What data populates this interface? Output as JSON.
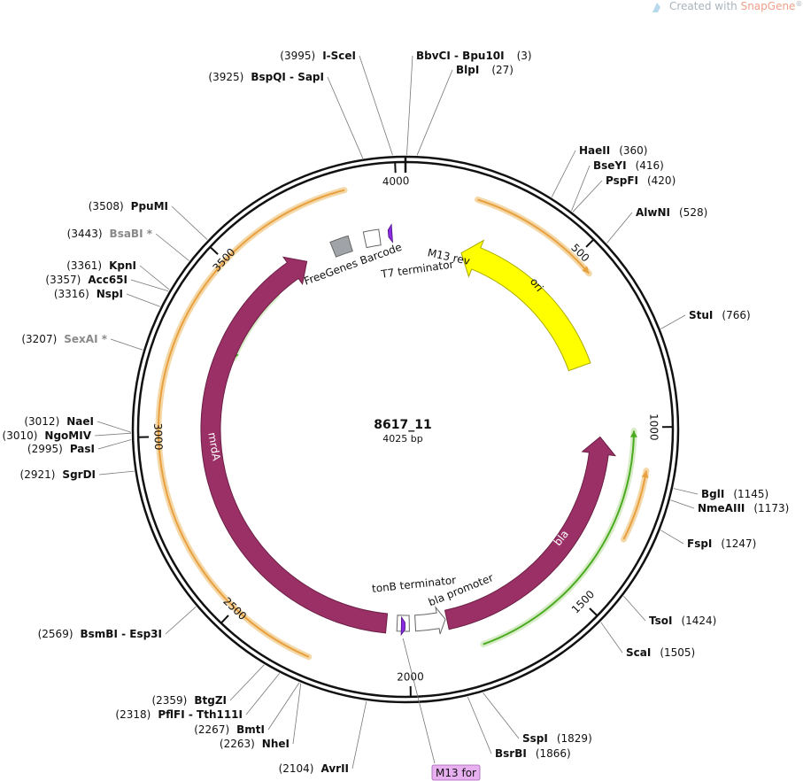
{
  "watermark": {
    "prefix": "Created with ",
    "brand": "SnapGene",
    "mark": "®"
  },
  "plasmid": {
    "name": "8617_11",
    "size_label": "4025 bp",
    "length": 4025
  },
  "ticks": [
    {
      "pos": 500,
      "label": "500"
    },
    {
      "pos": 1000,
      "label": "1000"
    },
    {
      "pos": 1500,
      "label": "1500"
    },
    {
      "pos": 2000,
      "label": "2000"
    },
    {
      "pos": 2500,
      "label": "2500"
    },
    {
      "pos": 3000,
      "label": "3000"
    },
    {
      "pos": 3500,
      "label": "3500"
    },
    {
      "pos": 4000,
      "label": "4000"
    }
  ],
  "sites": [
    {
      "bp": 3995,
      "pos_text": "(3995)",
      "name": "I-SceI",
      "gray": false
    },
    {
      "bp": 3925,
      "pos_text": "(3925)",
      "name": "BspQI  -  SapI",
      "gray": false
    },
    {
      "bp": 3,
      "pos_text": "(3)",
      "name": "BbvCI  -  Bpu10I",
      "gray": false
    },
    {
      "bp": 27,
      "pos_text": "(27)",
      "name": "BlpI",
      "gray": false
    },
    {
      "bp": 360,
      "pos_text": "(360)",
      "name": "HaeII",
      "gray": false
    },
    {
      "bp": 416,
      "pos_text": "(416)",
      "name": "BseYI",
      "gray": false
    },
    {
      "bp": 420,
      "pos_text": "(420)",
      "name": "PspFI",
      "gray": false
    },
    {
      "bp": 528,
      "pos_text": "(528)",
      "name": "AlwNI",
      "gray": false
    },
    {
      "bp": 766,
      "pos_text": "(766)",
      "name": "StuI",
      "gray": false
    },
    {
      "bp": 1145,
      "pos_text": "(1145)",
      "name": "BglI",
      "gray": false
    },
    {
      "bp": 1173,
      "pos_text": "(1173)",
      "name": "NmeAIII",
      "gray": false
    },
    {
      "bp": 1247,
      "pos_text": "(1247)",
      "name": "FspI",
      "gray": false
    },
    {
      "bp": 1424,
      "pos_text": "(1424)",
      "name": "TsoI",
      "gray": false
    },
    {
      "bp": 1505,
      "pos_text": "(1505)",
      "name": "ScaI",
      "gray": false
    },
    {
      "bp": 1829,
      "pos_text": "(1829)",
      "name": "SspI",
      "gray": false
    },
    {
      "bp": 1866,
      "pos_text": "(1866)",
      "name": "BsrBI",
      "gray": false
    },
    {
      "bp": 2104,
      "pos_text": "(2104)",
      "name": "AvrII",
      "gray": false
    },
    {
      "bp": 2263,
      "pos_text": "(2263)",
      "name": "NheI",
      "gray": false
    },
    {
      "bp": 2267,
      "pos_text": "(2267)",
      "name": "BmtI",
      "gray": false
    },
    {
      "bp": 2318,
      "pos_text": "(2318)",
      "name": "PflFI  -  Tth111I",
      "gray": false
    },
    {
      "bp": 2359,
      "pos_text": "(2359)",
      "name": "BtgZI",
      "gray": false
    },
    {
      "bp": 2569,
      "pos_text": "(2569)",
      "name": "BsmBI  -  Esp3I",
      "gray": false
    },
    {
      "bp": 2921,
      "pos_text": "(2921)",
      "name": "SgrDI",
      "gray": false
    },
    {
      "bp": 2995,
      "pos_text": "(2995)",
      "name": "PasI",
      "gray": false
    },
    {
      "bp": 3010,
      "pos_text": "(3010)",
      "name": "NgoMIV",
      "gray": false
    },
    {
      "bp": 3012,
      "pos_text": "(3012)",
      "name": "NaeI",
      "gray": false
    },
    {
      "bp": 3207,
      "pos_text": "(3207)",
      "name": "SexAI *",
      "gray": true
    },
    {
      "bp": 3316,
      "pos_text": "(3316)",
      "name": "NspI",
      "gray": false
    },
    {
      "bp": 3357,
      "pos_text": "(3357)",
      "name": "Acc65I",
      "gray": false
    },
    {
      "bp": 3361,
      "pos_text": "(3361)",
      "name": "KpnI",
      "gray": false
    },
    {
      "bp": 3443,
      "pos_text": "(3443)",
      "name": "BsaBI *",
      "gray": true
    },
    {
      "bp": 3508,
      "pos_text": "(3508)",
      "name": "PpuMI",
      "gray": false
    }
  ],
  "features": [
    {
      "name": "ori",
      "label": "ori",
      "start": 196,
      "end": 785,
      "dir": "rev",
      "color": "#ffff00",
      "stroke": "#aaaa00",
      "text_color": "#111111"
    },
    {
      "name": "bla",
      "label": "bla",
      "start": 1031,
      "end": 1875,
      "dir": "rev",
      "color": "#9b3067",
      "stroke": "#6b1f45",
      "text_color": "#ffffff"
    },
    {
      "name": "mrdA",
      "label": "mrdA",
      "start": 2075,
      "end": 3685,
      "dir": "fwd",
      "color": "#9b3067",
      "stroke": "#6b1f45",
      "text_color": "#ffffff"
    },
    {
      "name": "bla promoter",
      "label": "bla promoter",
      "start": 1880,
      "end": 1980,
      "dir": "rev",
      "color": "#ffffff",
      "stroke": "#666666",
      "text_color": "#111111"
    },
    {
      "name": "tonB terminator",
      "label": "tonB terminator",
      "start": 2000,
      "end": 2040,
      "dir": "none",
      "color": "#ffffff",
      "stroke": "#666666",
      "text_color": "#111111"
    },
    {
      "name": "FreeGenes Barcode",
      "label": "FreeGenes Barcode",
      "start": 3780,
      "end": 3840,
      "dir": "none",
      "color": "#a0a4a8",
      "stroke": "#666666",
      "text_color": "#111111"
    },
    {
      "name": "T7 terminator",
      "label": "T7 terminator",
      "start": 3890,
      "end": 3940,
      "dir": "none",
      "color": "#ffffff",
      "stroke": "#666666",
      "text_color": "#111111"
    }
  ],
  "primer_bindings": [
    {
      "name": "M13 rev",
      "label": "M13 rev",
      "pos": 3975,
      "color": "#8a2be2"
    },
    {
      "name": "M13 for",
      "label": "M13 for",
      "pos": 2020,
      "color": "#8a2be2",
      "badge_color": "#e8b0f0"
    }
  ],
  "orfs": [
    {
      "start": 3645,
      "end": 3085,
      "color": "#e8a040",
      "glow": "#f4d8a8",
      "arrow": "end"
    },
    {
      "start": 3865,
      "end": 2270,
      "color": "#e8a040",
      "glow": "#f4d8a8",
      "arrow": "none"
    },
    {
      "start": 195,
      "end": 555,
      "color": "#e8a040",
      "glow": "#f4d8a8",
      "arrow": "end"
    },
    {
      "start": 1305,
      "end": 1115,
      "color": "#e8a040",
      "glow": "#f4d8a8",
      "arrow": "end"
    },
    {
      "start": 3535,
      "end": 3270,
      "color": "#4aaa20",
      "glow": "#d8ecc8",
      "arrow": "end"
    },
    {
      "start": 1010,
      "end": 1790,
      "color": "#4aaa20",
      "glow": "#d8ecc8",
      "arrow": "start"
    }
  ]
}
